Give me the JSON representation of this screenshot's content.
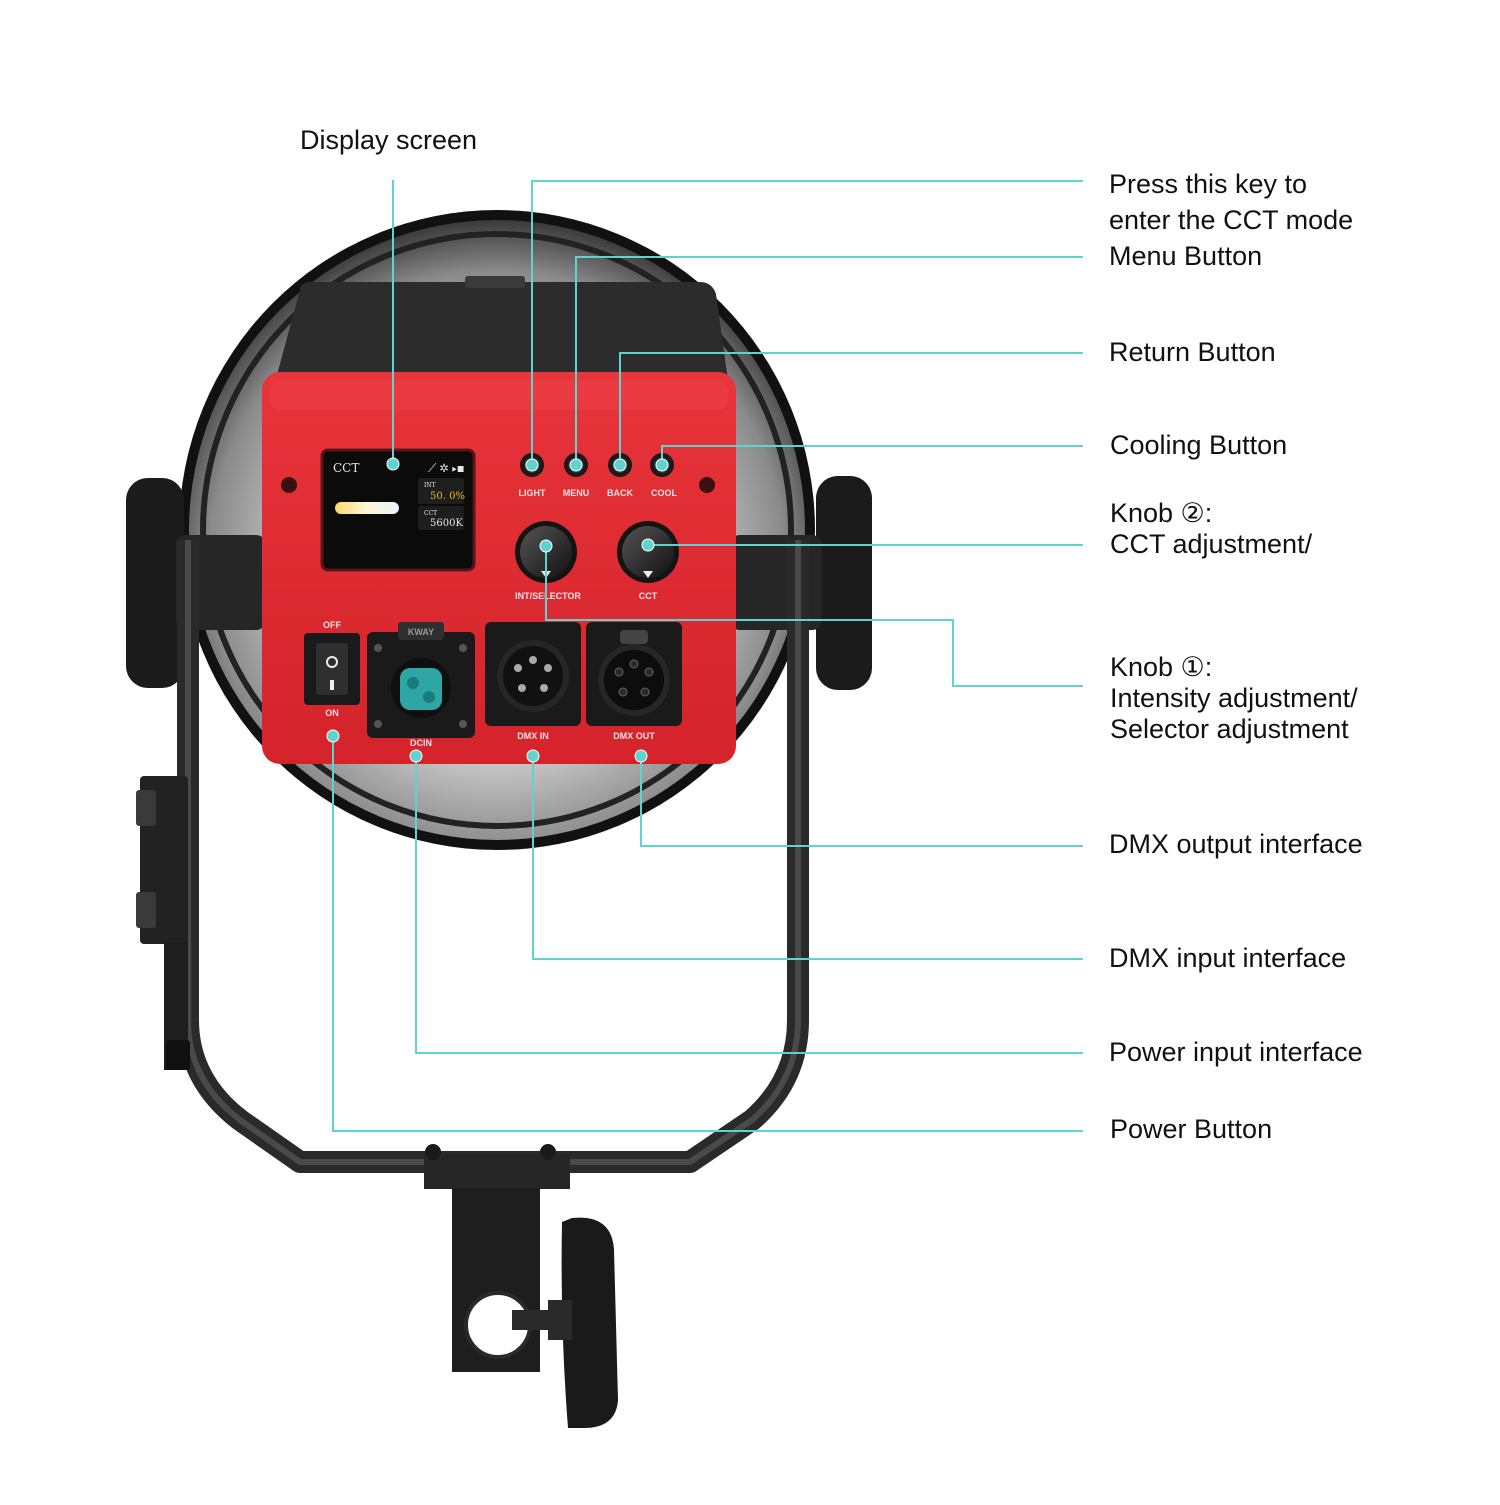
{
  "callouts": {
    "display_screen": "Display screen",
    "cct_key_line1": "Press this key to",
    "cct_key_line2": "enter the CCT mode",
    "menu_button": "Menu Button",
    "return_button": "Return Button",
    "cooling_button": "Cooling Button",
    "knob2_line1": "Knob ②:",
    "knob2_line2": "CCT adjustment/",
    "knob1_line1": "Knob ①:",
    "knob1_line2": "Intensity adjustment/",
    "knob1_line3": "Selector adjustment",
    "dmx_output": "DMX output interface",
    "dmx_input": "DMX input interface",
    "power_input": "Power input interface",
    "power_button": "Power Button"
  },
  "panel": {
    "light": "LIGHT",
    "menu": "MENU",
    "back": "BACK",
    "cool": "COOL",
    "int_selector": "INT/SELECTOR",
    "cct": "CCT",
    "off": "OFF",
    "on": "ON",
    "dcin": "DCIN",
    "dmx_in": "DMX IN",
    "dmx_out": "DMX OUT",
    "kway": "KWAY"
  },
  "screen": {
    "mode": "CCT",
    "int_label": "INT",
    "int_value": "50. 0%",
    "cct_label": "CCT",
    "cct_value": "5600K"
  },
  "colors": {
    "leader_line": "#5fd3cf",
    "panel_red": "#e22b33",
    "body_dark": "#2a2a2a"
  }
}
